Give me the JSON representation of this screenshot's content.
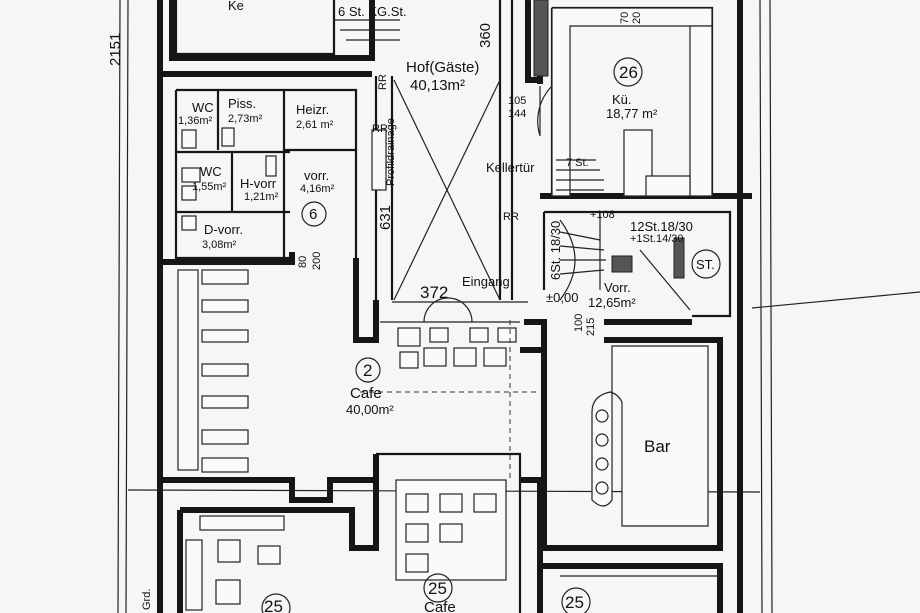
{
  "labels": {
    "cellar_stairs": "6 St. KG.St.",
    "hof_name": "Hof(Gäste)",
    "hof_area": "40,13m²",
    "dim_360": "360",
    "dim_2151": "2151",
    "kitchen_number": "26",
    "kitchen_name": "Kü.",
    "kitchen_area": "18,77 m²",
    "dim_70": "70",
    "dim_20": "20",
    "dim_105": "105",
    "dim_144": "144",
    "wc1_name": "WC",
    "wc1_area": "1,36m²",
    "piss_name": "Piss.",
    "piss_area": "2,73m²",
    "heizr_name": "Heizr.",
    "heizr_area": "2,61 m²",
    "wc2_name": "WC",
    "wc2_area": "1,55m²",
    "hvorr_name": "H-vorr",
    "hvorr_area": "1,21m²",
    "vorr_name": "vorr.",
    "vorr_area": "4,16m²",
    "dvorr_name": "D-vorr.",
    "dvorr_area": "3,08m²",
    "circle_6": "6",
    "dim_631": "631",
    "profil": "Profildrainage",
    "rr1": "RR",
    "rr2": "RR",
    "rr3": "RR",
    "kellertuer": "Kellertür",
    "stairs_7": "7 St.",
    "stairs_12": "12St.18/30",
    "stairs_12b": "+1St.14/30",
    "stairs_6": "6St. 18/30",
    "plus_108": "+108",
    "st_symbol": "ST.",
    "dim_80": "80",
    "dim_200": "200",
    "dim_372": "372",
    "eingang": "Eingang",
    "pm_000": "±0,00",
    "vorr2_name": "Vorr.",
    "vorr2_area": "12,65m²",
    "dim_100": "100",
    "dim_215": "215",
    "cafe_number": "2",
    "cafe_name": "Cafe",
    "cafe_area": "40,00m²",
    "bar_name": "Bar",
    "room25a": "25",
    "room25b": "25",
    "room25c": "25",
    "cafe_bottom": "Cafe",
    "grd": "Grd."
  }
}
